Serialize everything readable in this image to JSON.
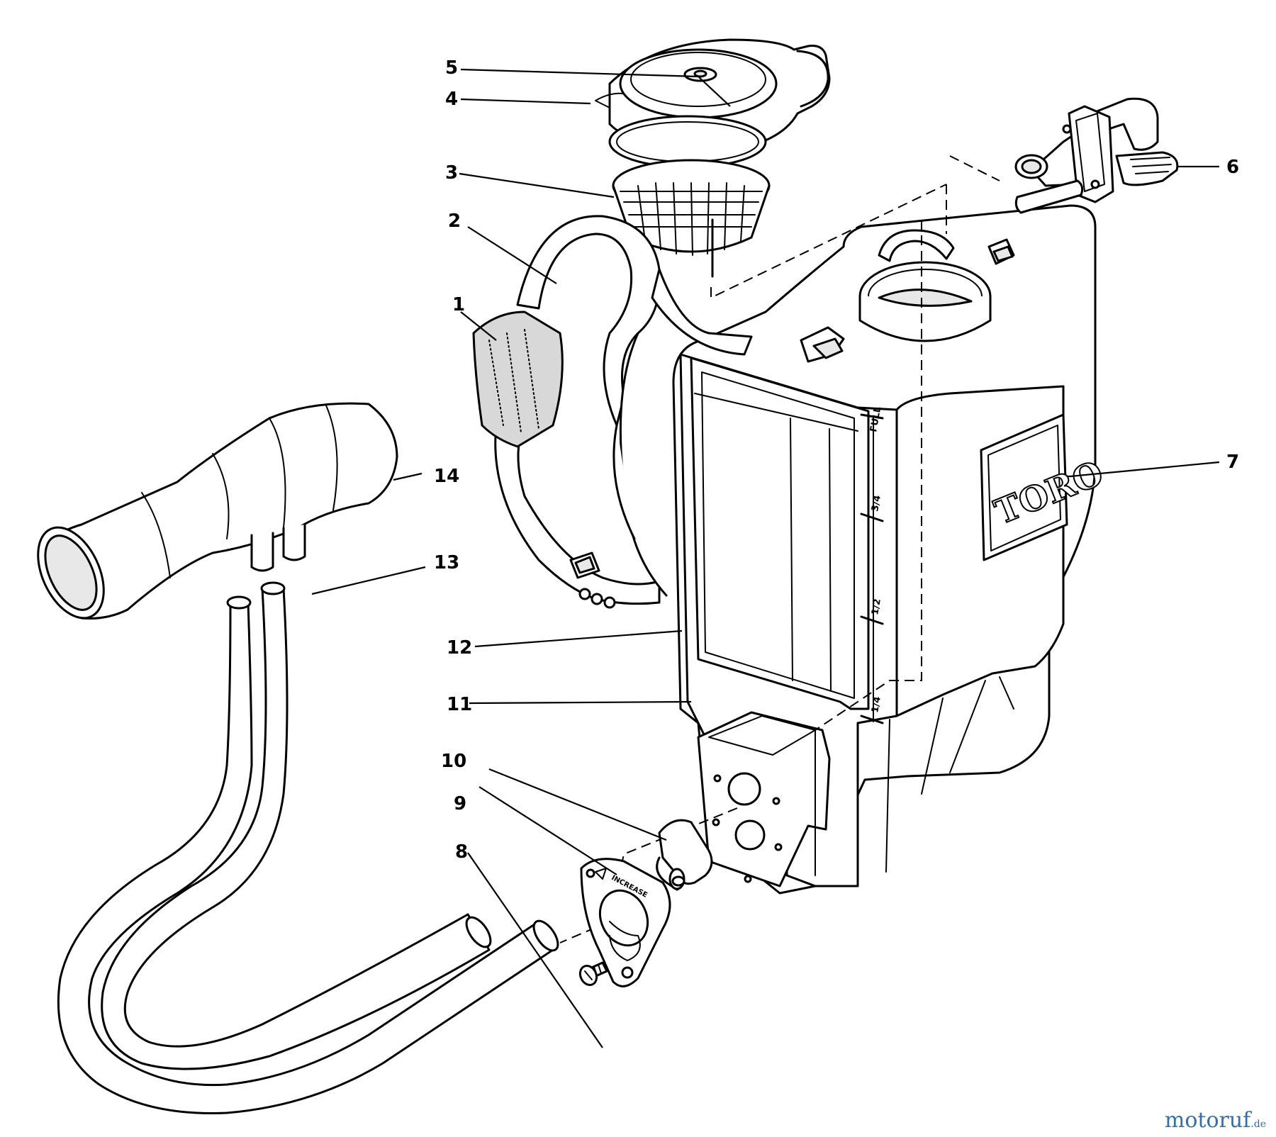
{
  "diagram": {
    "callouts": [
      "1",
      "2",
      "3",
      "4",
      "5",
      "6",
      "7",
      "8",
      "9",
      "10",
      "11",
      "12",
      "13",
      "14"
    ],
    "tank_gauge": [
      "FULL",
      "3/4",
      "1/2",
      "1/4"
    ],
    "brand_label": "TORO",
    "dial_label": "INCREASE"
  },
  "watermark": {
    "text": "motoruf",
    "suffix": ".de"
  }
}
